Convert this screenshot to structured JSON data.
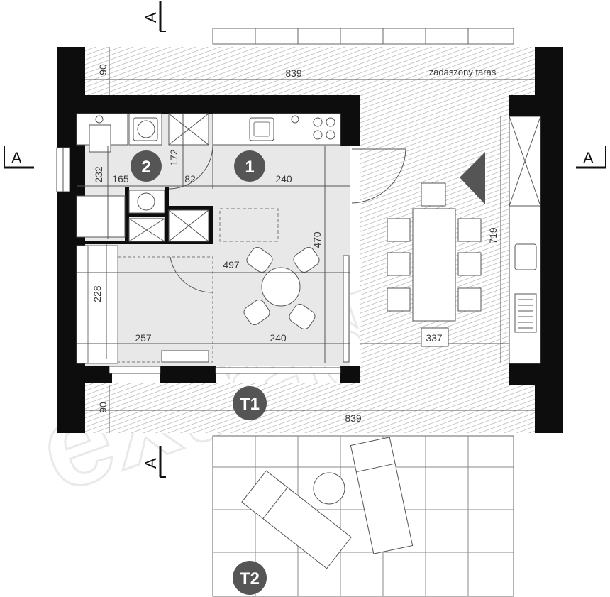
{
  "labels": {
    "terrace": "zadaszony taras"
  },
  "section_marks": {
    "top": "A",
    "left": "A",
    "right": "A",
    "bottom": "A"
  },
  "rooms": {
    "room_1": "1",
    "room_2": "2",
    "terrace_1": "T1",
    "terrace_2": "T2"
  },
  "dimensions": {
    "top_terrace_depth": "90",
    "top_width": "839",
    "bathroom_height": "232",
    "bathroom_width": "165",
    "door_height": "172",
    "hall_width": "82",
    "kitchen_width": "240",
    "living_height": "470",
    "living_length": "497",
    "bedroom_height": "228",
    "bedroom_width": "257",
    "dining_width": "240",
    "terrace_table": "337",
    "terrace_height": "719",
    "bottom_terrace_depth": "90",
    "bottom_width": "839"
  },
  "watermark": "extradom",
  "colors": {
    "wall": "#0d0d0d",
    "floor": "#e6e6e6",
    "badge": "#555555",
    "hatch": "#bdbdbd"
  }
}
